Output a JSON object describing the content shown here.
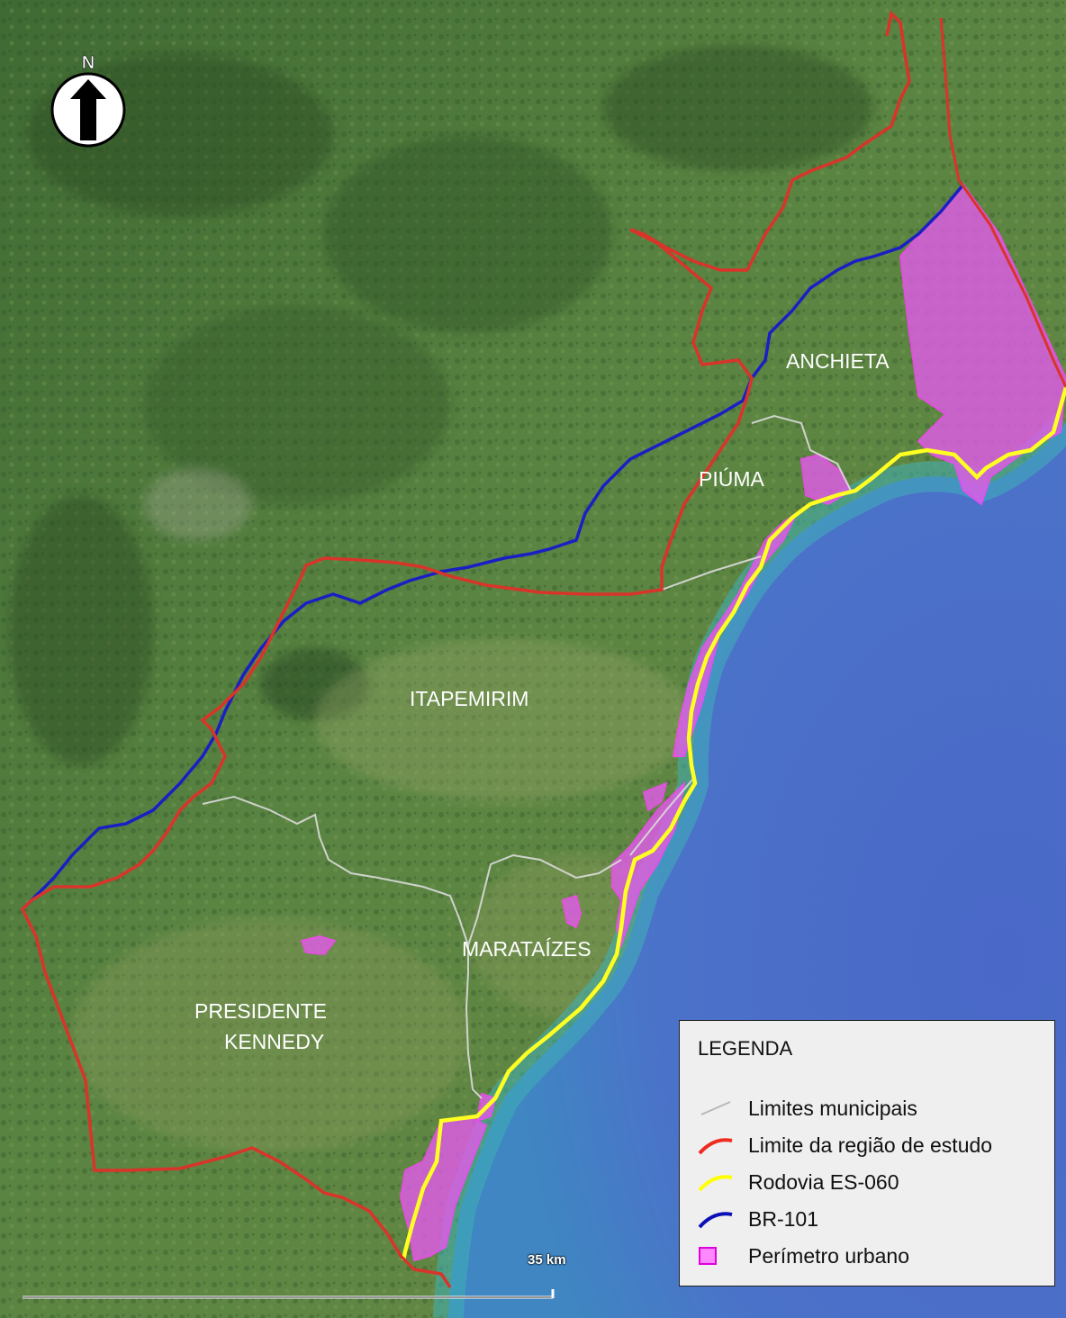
{
  "north": {
    "label": "N"
  },
  "places": [
    {
      "name": "ANCHIETA"
    },
    {
      "name": "PIÚMA"
    },
    {
      "name": "ITAPEMIRIM"
    },
    {
      "name": "MARATAÍZES"
    },
    {
      "name": "PRESIDENTE"
    },
    {
      "name": "KENNEDY"
    }
  ],
  "scale": {
    "label": "35 km"
  },
  "legend": {
    "title": "LEGENDA",
    "items": [
      {
        "label": "Limites municipais",
        "color": "#d8d8d8"
      },
      {
        "label": "Limite da região de estudo",
        "color": "#ee2b1f"
      },
      {
        "label": "Rodovia ES-060",
        "color": "#ffff00"
      },
      {
        "label": "BR-101",
        "color": "#0b10b8"
      },
      {
        "label": "Perímetro urbano",
        "color": "#ff66ff"
      }
    ]
  },
  "colors": {
    "land": "#4f7a3c",
    "sea": "#4a6ec9",
    "region_limit": "#d9342a",
    "es060": "#ffff22",
    "br101": "#1a1fc4",
    "urban": "#e05ce8",
    "municipal": "#dcdcdc"
  }
}
